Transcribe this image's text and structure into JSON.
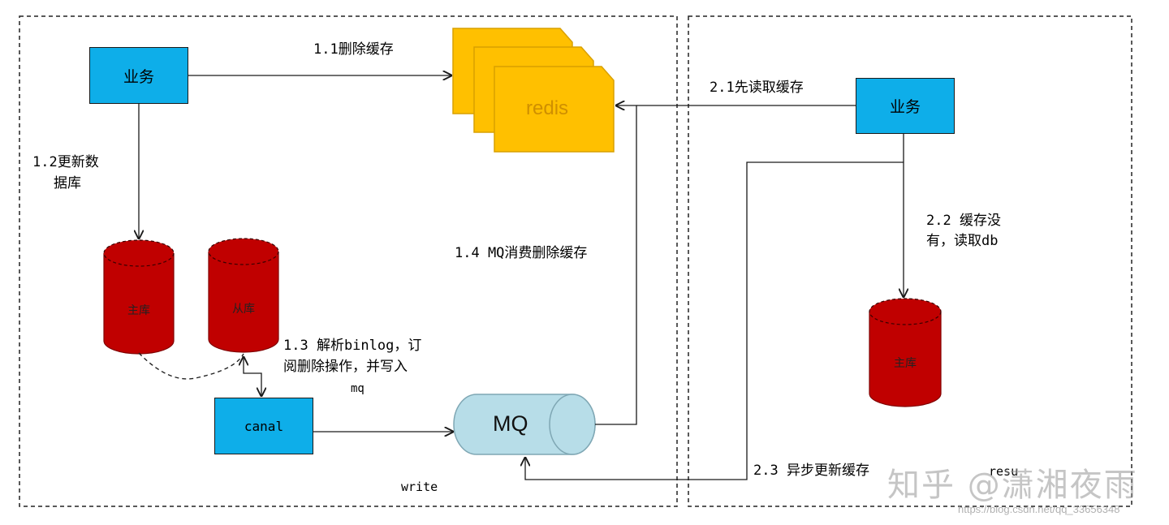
{
  "colors": {
    "service_box": "#0eaee9",
    "db_cylinder": "#c00000",
    "redis": "#ffc000",
    "mq": "#b7dde8",
    "line": "#1a1a1a"
  },
  "left_panel": {
    "service_label": "业务",
    "db_main_label": "主库",
    "db_replica_label": "从库",
    "canal_label": "canal",
    "redis_label": "redis",
    "mq_label": "MQ",
    "edge_delete_cache": "1.1删除缓存",
    "edge_update_db_line1": "1.2更新数",
    "edge_update_db_line2": "据库",
    "edge_parse_binlog_line1": "1.3 解析binlog，订",
    "edge_parse_binlog_line2": "阅删除操作，并写入",
    "edge_parse_binlog_line3": "mq",
    "edge_mq_delete": "1.4 MQ消费删除缓存",
    "write_label": "write"
  },
  "right_panel": {
    "service_label": "业务",
    "db_main_label": "主库",
    "edge_read_cache": "2.1先读取缓存",
    "edge_cache_miss_line1": "2.2 缓存没",
    "edge_cache_miss_line2": "有，读取db",
    "edge_async_update": "2.3 异步更新缓存",
    "rest_label": "resu"
  },
  "watermark": {
    "brand": "知乎 @潇湘夜雨",
    "url": "https://blog.csdn.net/qq_33656348"
  }
}
